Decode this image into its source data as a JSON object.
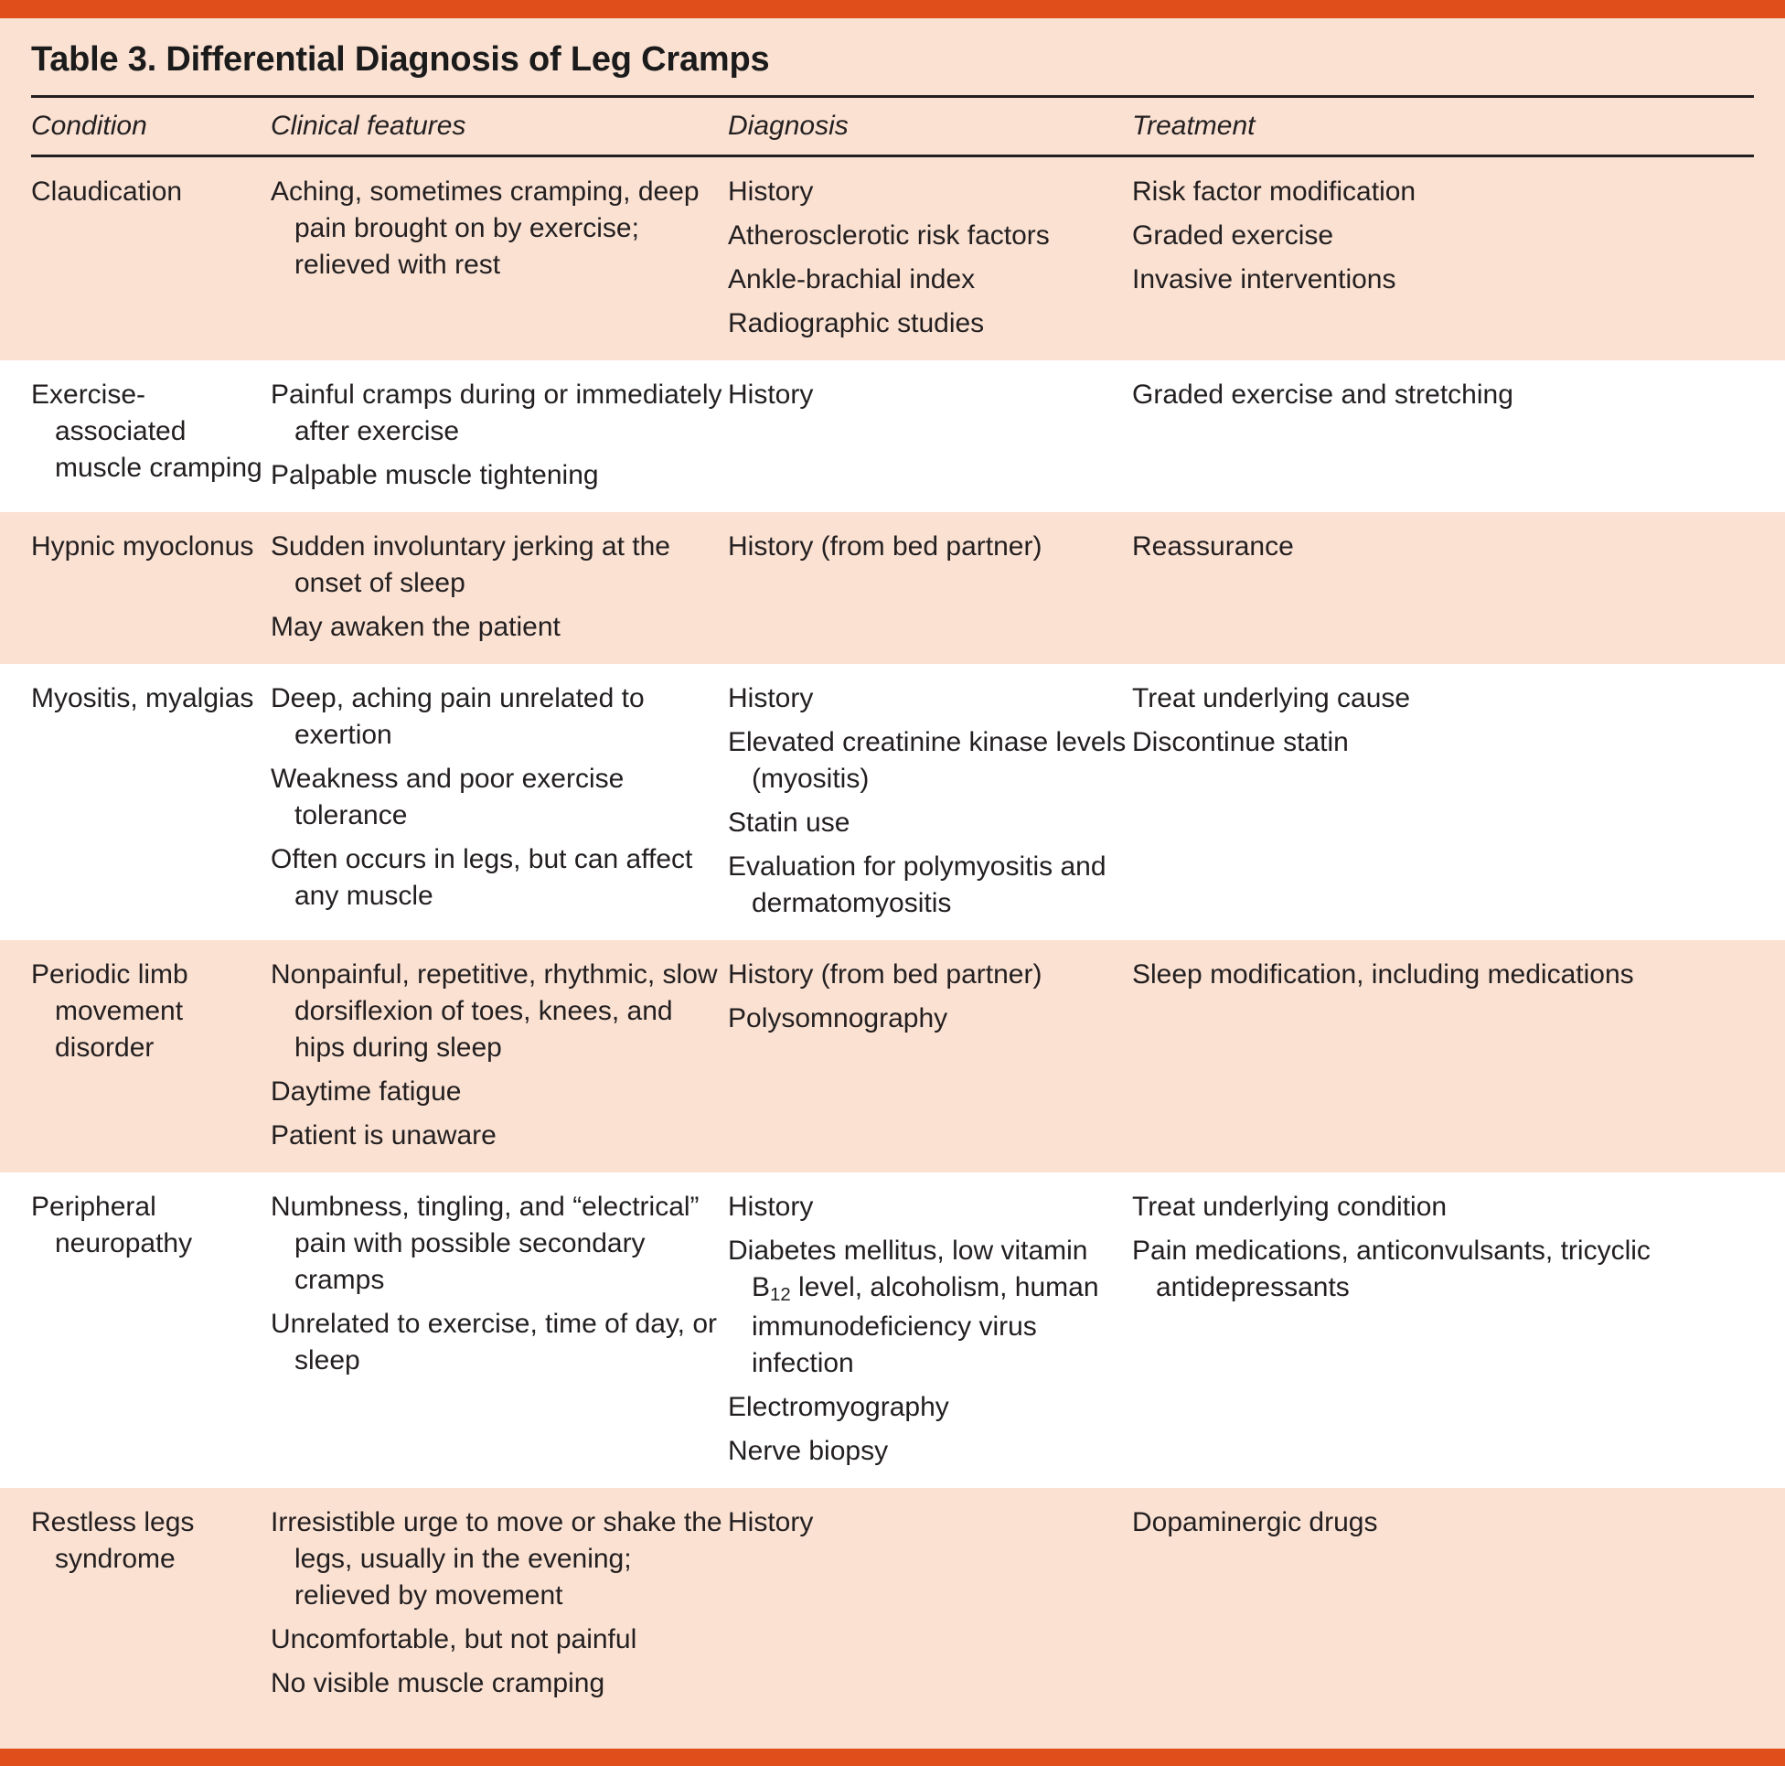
{
  "figure": {
    "title": "Table 3. Differential Diagnosis of Leg Cramps",
    "accent_color": "#e04e1b",
    "shade_color": "#fae1d2",
    "text_color": "#231f20",
    "rule_color": "#231f20"
  },
  "columns": [
    {
      "key": "condition",
      "label": "Condition"
    },
    {
      "key": "clinical_features",
      "label": "Clinical features"
    },
    {
      "key": "diagnosis",
      "label": "Diagnosis"
    },
    {
      "key": "treatment",
      "label": "Treatment"
    }
  ],
  "rows": [
    {
      "shaded": true,
      "condition": [
        "Claudication"
      ],
      "clinical_features": [
        "Aching, sometimes cramping, deep pain brought on by exercise; relieved with rest"
      ],
      "diagnosis": [
        "History",
        "Atherosclerotic risk factors",
        "Ankle-brachial index",
        "Radiographic studies"
      ],
      "treatment": [
        "Risk factor modification",
        "Graded exercise",
        "Invasive interventions"
      ]
    },
    {
      "shaded": false,
      "condition": [
        "Exercise-associated muscle cramping"
      ],
      "clinical_features": [
        "Painful cramps during or immediately after exercise",
        "Palpable muscle tightening"
      ],
      "diagnosis": [
        "History"
      ],
      "treatment": [
        "Graded exercise and stretching"
      ]
    },
    {
      "shaded": true,
      "condition": [
        "Hypnic myoclonus"
      ],
      "clinical_features": [
        "Sudden involuntary jerking at the onset of sleep",
        "May awaken the patient"
      ],
      "diagnosis": [
        "History (from bed partner)"
      ],
      "treatment": [
        "Reassurance"
      ]
    },
    {
      "shaded": false,
      "condition": [
        "Myositis, myalgias"
      ],
      "clinical_features": [
        "Deep, aching pain unrelated to exertion",
        "Weakness and poor exercise tolerance",
        "Often occurs in legs, but can affect any muscle"
      ],
      "diagnosis": [
        "History",
        "Elevated creatinine kinase levels (myositis)",
        "Statin use",
        "Evaluation for polymyositis and dermatomyositis"
      ],
      "treatment": [
        "Treat underlying cause",
        "Discontinue statin"
      ]
    },
    {
      "shaded": true,
      "condition": [
        "Periodic limb movement disorder"
      ],
      "clinical_features": [
        "Nonpainful, repetitive, rhythmic, slow dorsiflexion of toes, knees, and hips during sleep",
        "Daytime fatigue",
        "Patient is unaware"
      ],
      "diagnosis": [
        "History (from bed partner)",
        "Polysomnography"
      ],
      "treatment": [
        "Sleep modification, including medications"
      ]
    },
    {
      "shaded": false,
      "condition": [
        "Peripheral neuropathy"
      ],
      "clinical_features": [
        "Numbness, tingling, and “electrical” pain with possible secondary cramps",
        "Unrelated to exercise, time of day, or sleep"
      ],
      "diagnosis": [
        "History",
        "Diabetes mellitus, low vitamin B12 level, alcoholism, human immunodeficiency virus infection",
        "Electromyography",
        "Nerve biopsy"
      ],
      "treatment": [
        "Treat underlying condition",
        "Pain medications, anticonvulsants, tricyclic antidepressants"
      ]
    },
    {
      "shaded": true,
      "condition": [
        "Restless legs syndrome"
      ],
      "clinical_features": [
        "Irresistible urge to move or shake the legs, usually in the evening; relieved by movement",
        "Uncomfortable, but not painful",
        "No visible muscle cramping"
      ],
      "diagnosis": [
        "History"
      ],
      "treatment": [
        "Dopaminergic drugs"
      ]
    }
  ]
}
